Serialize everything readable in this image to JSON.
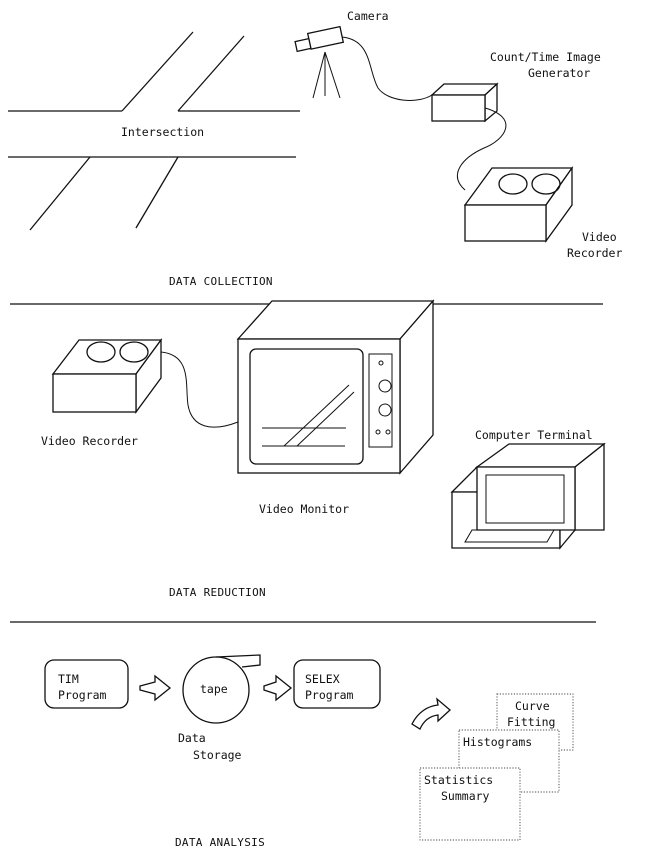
{
  "collection": {
    "camera_label": "Camera",
    "generator_line1": "Count/Time Image",
    "generator_line2": "Generator",
    "intersection_label": "Intersection",
    "recorder_line1": "Video",
    "recorder_line2": "Recorder",
    "section_title": "DATA COLLECTION"
  },
  "reduction": {
    "recorder_label": "Video Recorder",
    "monitor_label": "Video Monitor",
    "terminal_label": "Computer Terminal",
    "section_title": "DATA REDUCTION"
  },
  "analysis": {
    "tim_line1": "TIM",
    "tim_line2": "Program",
    "tape_label": "tape",
    "storage_line1": "Data",
    "storage_line2": "Storage",
    "selex_line1": "SELEX",
    "selex_line2": "Program",
    "curve_line1": "Curve",
    "curve_line2": "Fitting",
    "histograms_label": "Histograms",
    "stats_line1": "Statistics",
    "stats_line2": "Summary",
    "section_title": "DATA ANALYSIS"
  }
}
